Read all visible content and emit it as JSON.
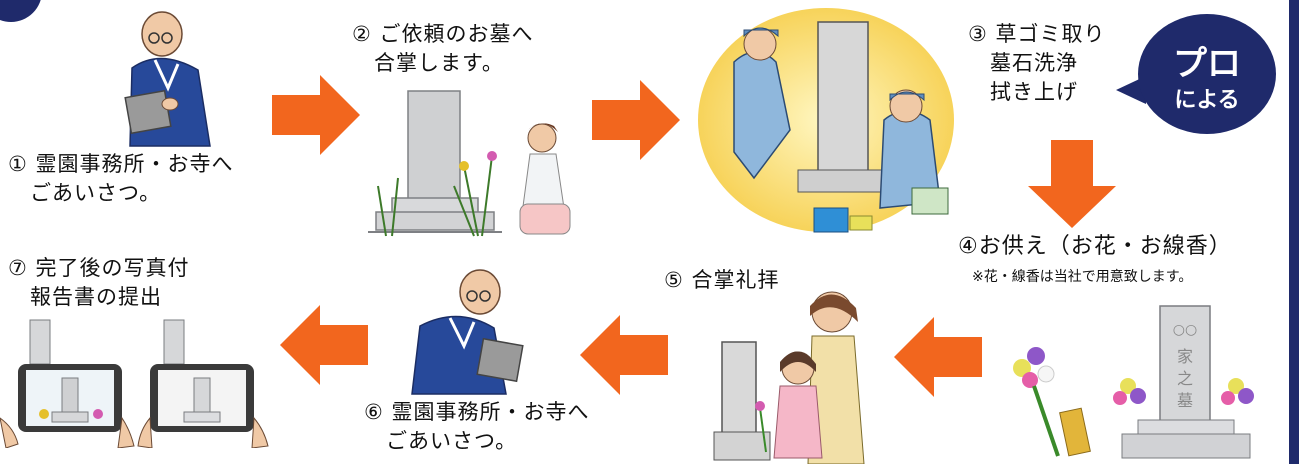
{
  "steps": [
    {
      "label": "① 霊園事務所・お寺へ\n　ごあいさつ。"
    },
    {
      "label": "② ご依頼のお墓へ\n　合掌します。"
    },
    {
      "label": "③ 草ゴミ取り\n　墓石洗浄\n　拭き上げ"
    },
    {
      "label": "④お供え（お花・お線香）",
      "note": "※花・線香は当社で用意致します。"
    },
    {
      "label": "⑤ 合掌礼拝"
    },
    {
      "label": "⑥ 霊園事務所・お寺へ\n　ごあいさつ。"
    },
    {
      "label": "⑦ 完了後の写真付\n　報告書の提出"
    }
  ],
  "badge": {
    "line1": "プロ",
    "line2": "による"
  },
  "grave_text": "〇〇家之墓",
  "colors": {
    "arrow": "#f2661e",
    "navy": "#1f2a6b",
    "robe": "#27499a"
  }
}
